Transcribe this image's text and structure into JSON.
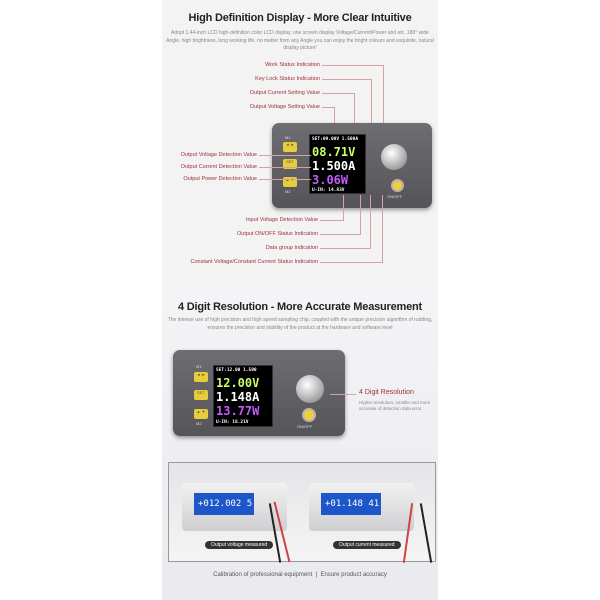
{
  "section1": {
    "title": "High Definition Display - More Clear Intuitive",
    "desc": "Adopt 1.44-inch LCD high-definition color LCD display, one screen display Voltage/Current/Power and etc. 180° wide Angle, high brightness, long working life, no matter from any Angle you can enjoy the bright colours and exquisite, natural display picture!",
    "top_labels": [
      "Work Status Indication",
      "Key Lock Status Indication",
      "Output Current Setting Value",
      "Output Voltage Setting Value"
    ],
    "left_labels": [
      "Output Voltage Detection Value",
      "Output Current Detection Value",
      "Output Power Detection Value"
    ],
    "bottom_labels": [
      "Input Voltage Detection Value",
      "Output ON/OFF Status Indication",
      "Data group Indication",
      "Constant Voltage/Constant Current Status Indication"
    ],
    "device": {
      "set_line": "SET:09.00V 1.500A",
      "voltage": "08.71V",
      "current": "1.500A",
      "power": "3.06W",
      "input_line": "U-IN: 14.83V",
      "buttons": [
        "M1",
        "◄ ►",
        "SET",
        "▲ ▼",
        "M2"
      ],
      "onoff": "ON/OFF"
    }
  },
  "section2": {
    "title": "4 Digit Resolution - More Accurate Measurement",
    "desc": "The intense use of high precision and high speed sampling chip, coupled with the unique precision algorithm of rudding, ensures the precision and stability of the product at the hardware and software level",
    "device": {
      "set_line": "SET:12.00 1.500",
      "voltage": "12.00V",
      "current": "1.148A",
      "power": "13.77W",
      "input_line": "U-IN: 18.21V",
      "buttons": [
        "M1",
        "◄ ►",
        "SET",
        "▲ ▼",
        "M2"
      ],
      "onoff": "ON/OFF"
    },
    "callout_title": "4 Digit Resolution",
    "callout_text": "Higher resolution, smaller and more accurate of detection data error.",
    "meters": [
      {
        "reading": "+012.002 5",
        "label": "Output voltage measured"
      },
      {
        "reading": "+01.148 41",
        "label": "Output current measured"
      }
    ],
    "caption": "Calibration of professional equipment  |  Ensure product accuracy"
  }
}
